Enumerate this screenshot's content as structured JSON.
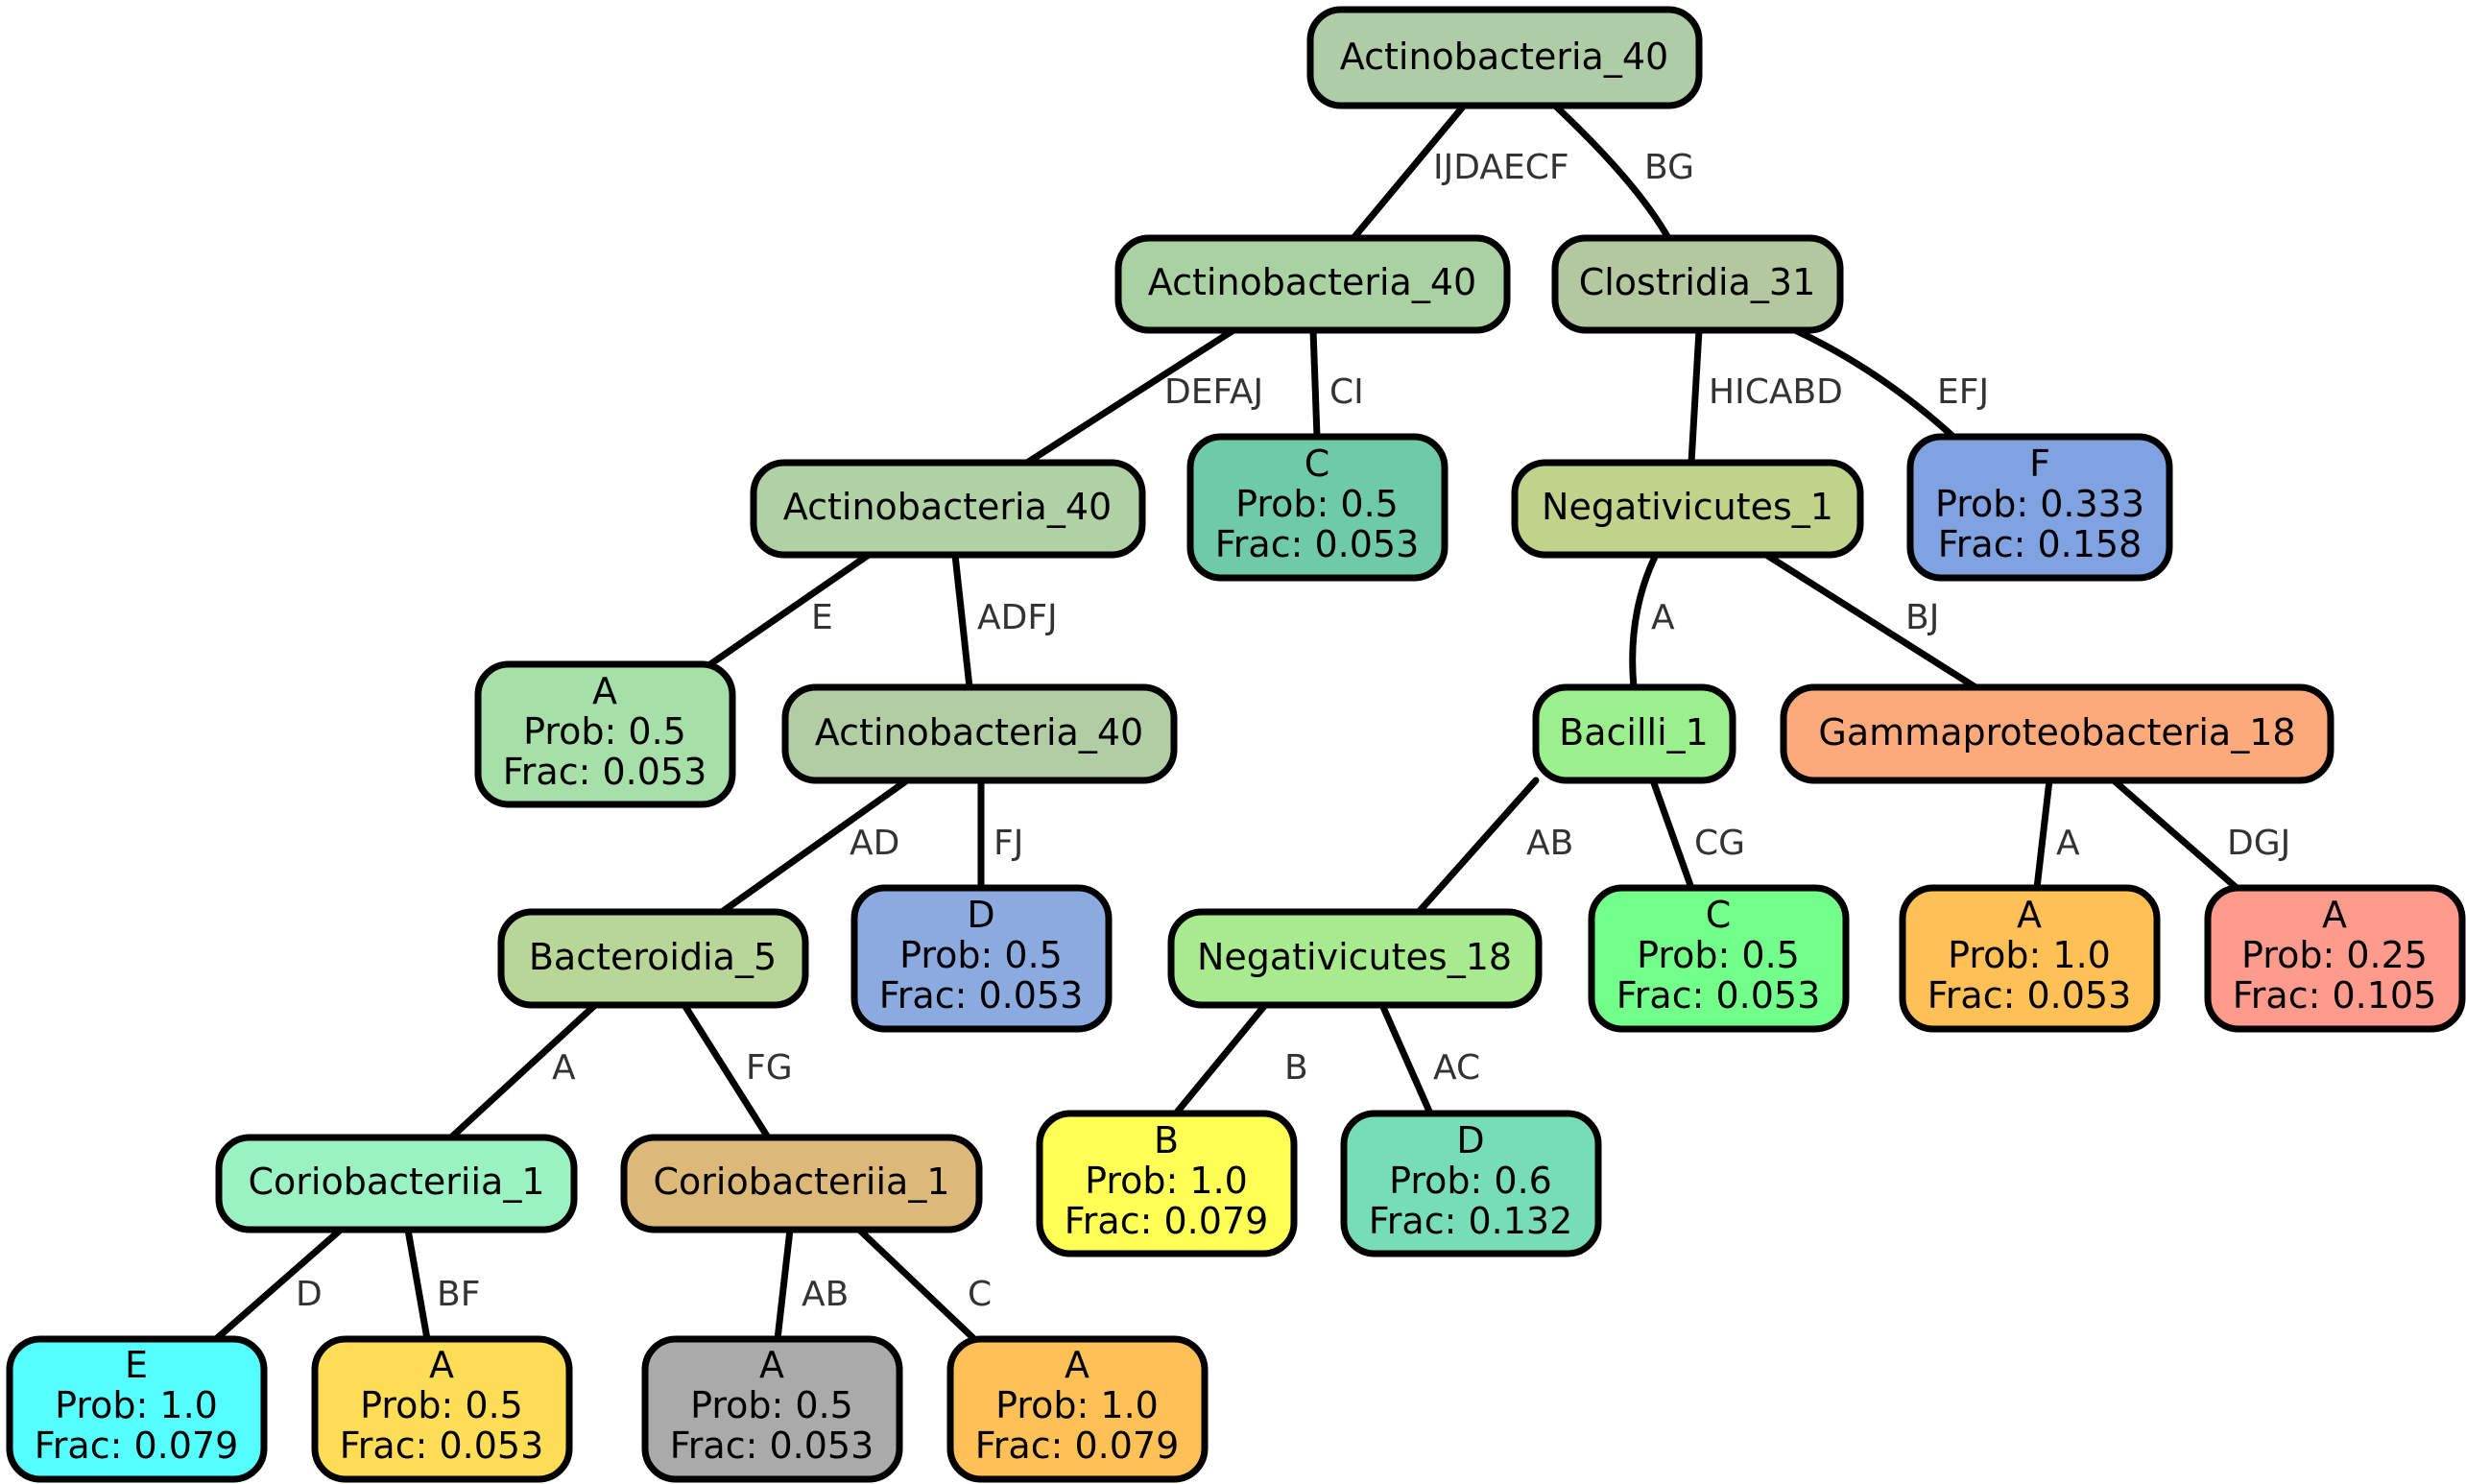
{
  "nodes": {
    "root": {
      "label": "Actinobacteria_40",
      "color": "#aecca5"
    },
    "n1": {
      "label": "Actinobacteria_40",
      "color": "#aad1a2"
    },
    "n2": {
      "label": "Clostridia_31",
      "color": "#b3c89e"
    },
    "n3": {
      "label": "Actinobacteria_40",
      "color": "#b0d1a4"
    },
    "n4": {
      "label": "C",
      "prob": "Prob: 0.5",
      "frac": "Frac: 0.053",
      "color": "#6fcaa7"
    },
    "n5": {
      "label": "Negativicutes_1",
      "color": "#c1d38a"
    },
    "n6": {
      "label": "F",
      "prob": "Prob: 0.333",
      "frac": "Frac: 0.158",
      "color": "#80a2e0"
    },
    "n7": {
      "label": "A",
      "prob": "Prob: 0.5",
      "frac": "Frac: 0.053",
      "color": "#a6dfa7"
    },
    "n8": {
      "label": "Actinobacteria_40",
      "color": "#b0cda3"
    },
    "n9": {
      "label": "Bacilli_1",
      "color": "#9bef8d"
    },
    "n10": {
      "label": "Gammaproteobacteria_18",
      "color": "#fca97b"
    },
    "n11": {
      "label": "Bacteroidia_5",
      "color": "#b8d698"
    },
    "n12": {
      "label": "D",
      "prob": "Prob: 0.5",
      "frac": "Frac: 0.053",
      "color": "#8aaae0"
    },
    "n13": {
      "label": "Negativicutes_18",
      "color": "#a7eb8e"
    },
    "n14": {
      "label": "C",
      "prob": "Prob: 0.5",
      "frac": "Frac: 0.053",
      "color": "#72ff8a"
    },
    "n15": {
      "label": "A",
      "prob": "Prob: 1.0",
      "frac": "Frac: 0.053",
      "color": "#ffc155"
    },
    "n16": {
      "label": "A",
      "prob": "Prob: 0.25",
      "frac": "Frac: 0.105",
      "color": "#fe9b8d"
    },
    "n17": {
      "label": "Coriobacteriia_1",
      "color": "#9af2c2"
    },
    "n18": {
      "label": "Coriobacteriia_1",
      "color": "#dcb979"
    },
    "n19": {
      "label": "B",
      "prob": "Prob: 1.0",
      "frac": "Frac: 0.079",
      "color": "#ffff55"
    },
    "n20": {
      "label": "D",
      "prob": "Prob: 0.6",
      "frac": "Frac: 0.132",
      "color": "#77ddb6"
    },
    "n21": {
      "label": "E",
      "prob": "Prob: 1.0",
      "frac": "Frac: 0.079",
      "color": "#55ffff"
    },
    "n22": {
      "label": "A",
      "prob": "Prob: 0.5",
      "frac": "Frac: 0.053",
      "color": "#ffdd55"
    },
    "n23": {
      "label": "A",
      "prob": "Prob: 0.5",
      "frac": "Frac: 0.053",
      "color": "#aaaaaa"
    },
    "n24": {
      "label": "A",
      "prob": "Prob: 1.0",
      "frac": "Frac: 0.079",
      "color": "#ffc155"
    }
  },
  "edges": {
    "e_root_n1": "IJDAECF",
    "e_root_n2": "BG",
    "e_n1_n3": "DEFAJ",
    "e_n1_n4": "CI",
    "e_n2_n5": "HICABD",
    "e_n2_n6": "EFJ",
    "e_n3_n7": "E",
    "e_n3_n8": "ADFJ",
    "e_n5_n9": "A",
    "e_n5_n10": "BJ",
    "e_n8_n11": "AD",
    "e_n8_n12": "FJ",
    "e_n9_n13": "AB",
    "e_n9_n14": "CG",
    "e_n10_n15": "A",
    "e_n10_n16": "DGJ",
    "e_n11_n17": "A",
    "e_n11_n18": "FG",
    "e_n13_n19": "B",
    "e_n13_n20": "AC",
    "e_n17_n21": "D",
    "e_n17_n22": "BF",
    "e_n18_n23": "AB",
    "e_n18_n24": "C"
  }
}
